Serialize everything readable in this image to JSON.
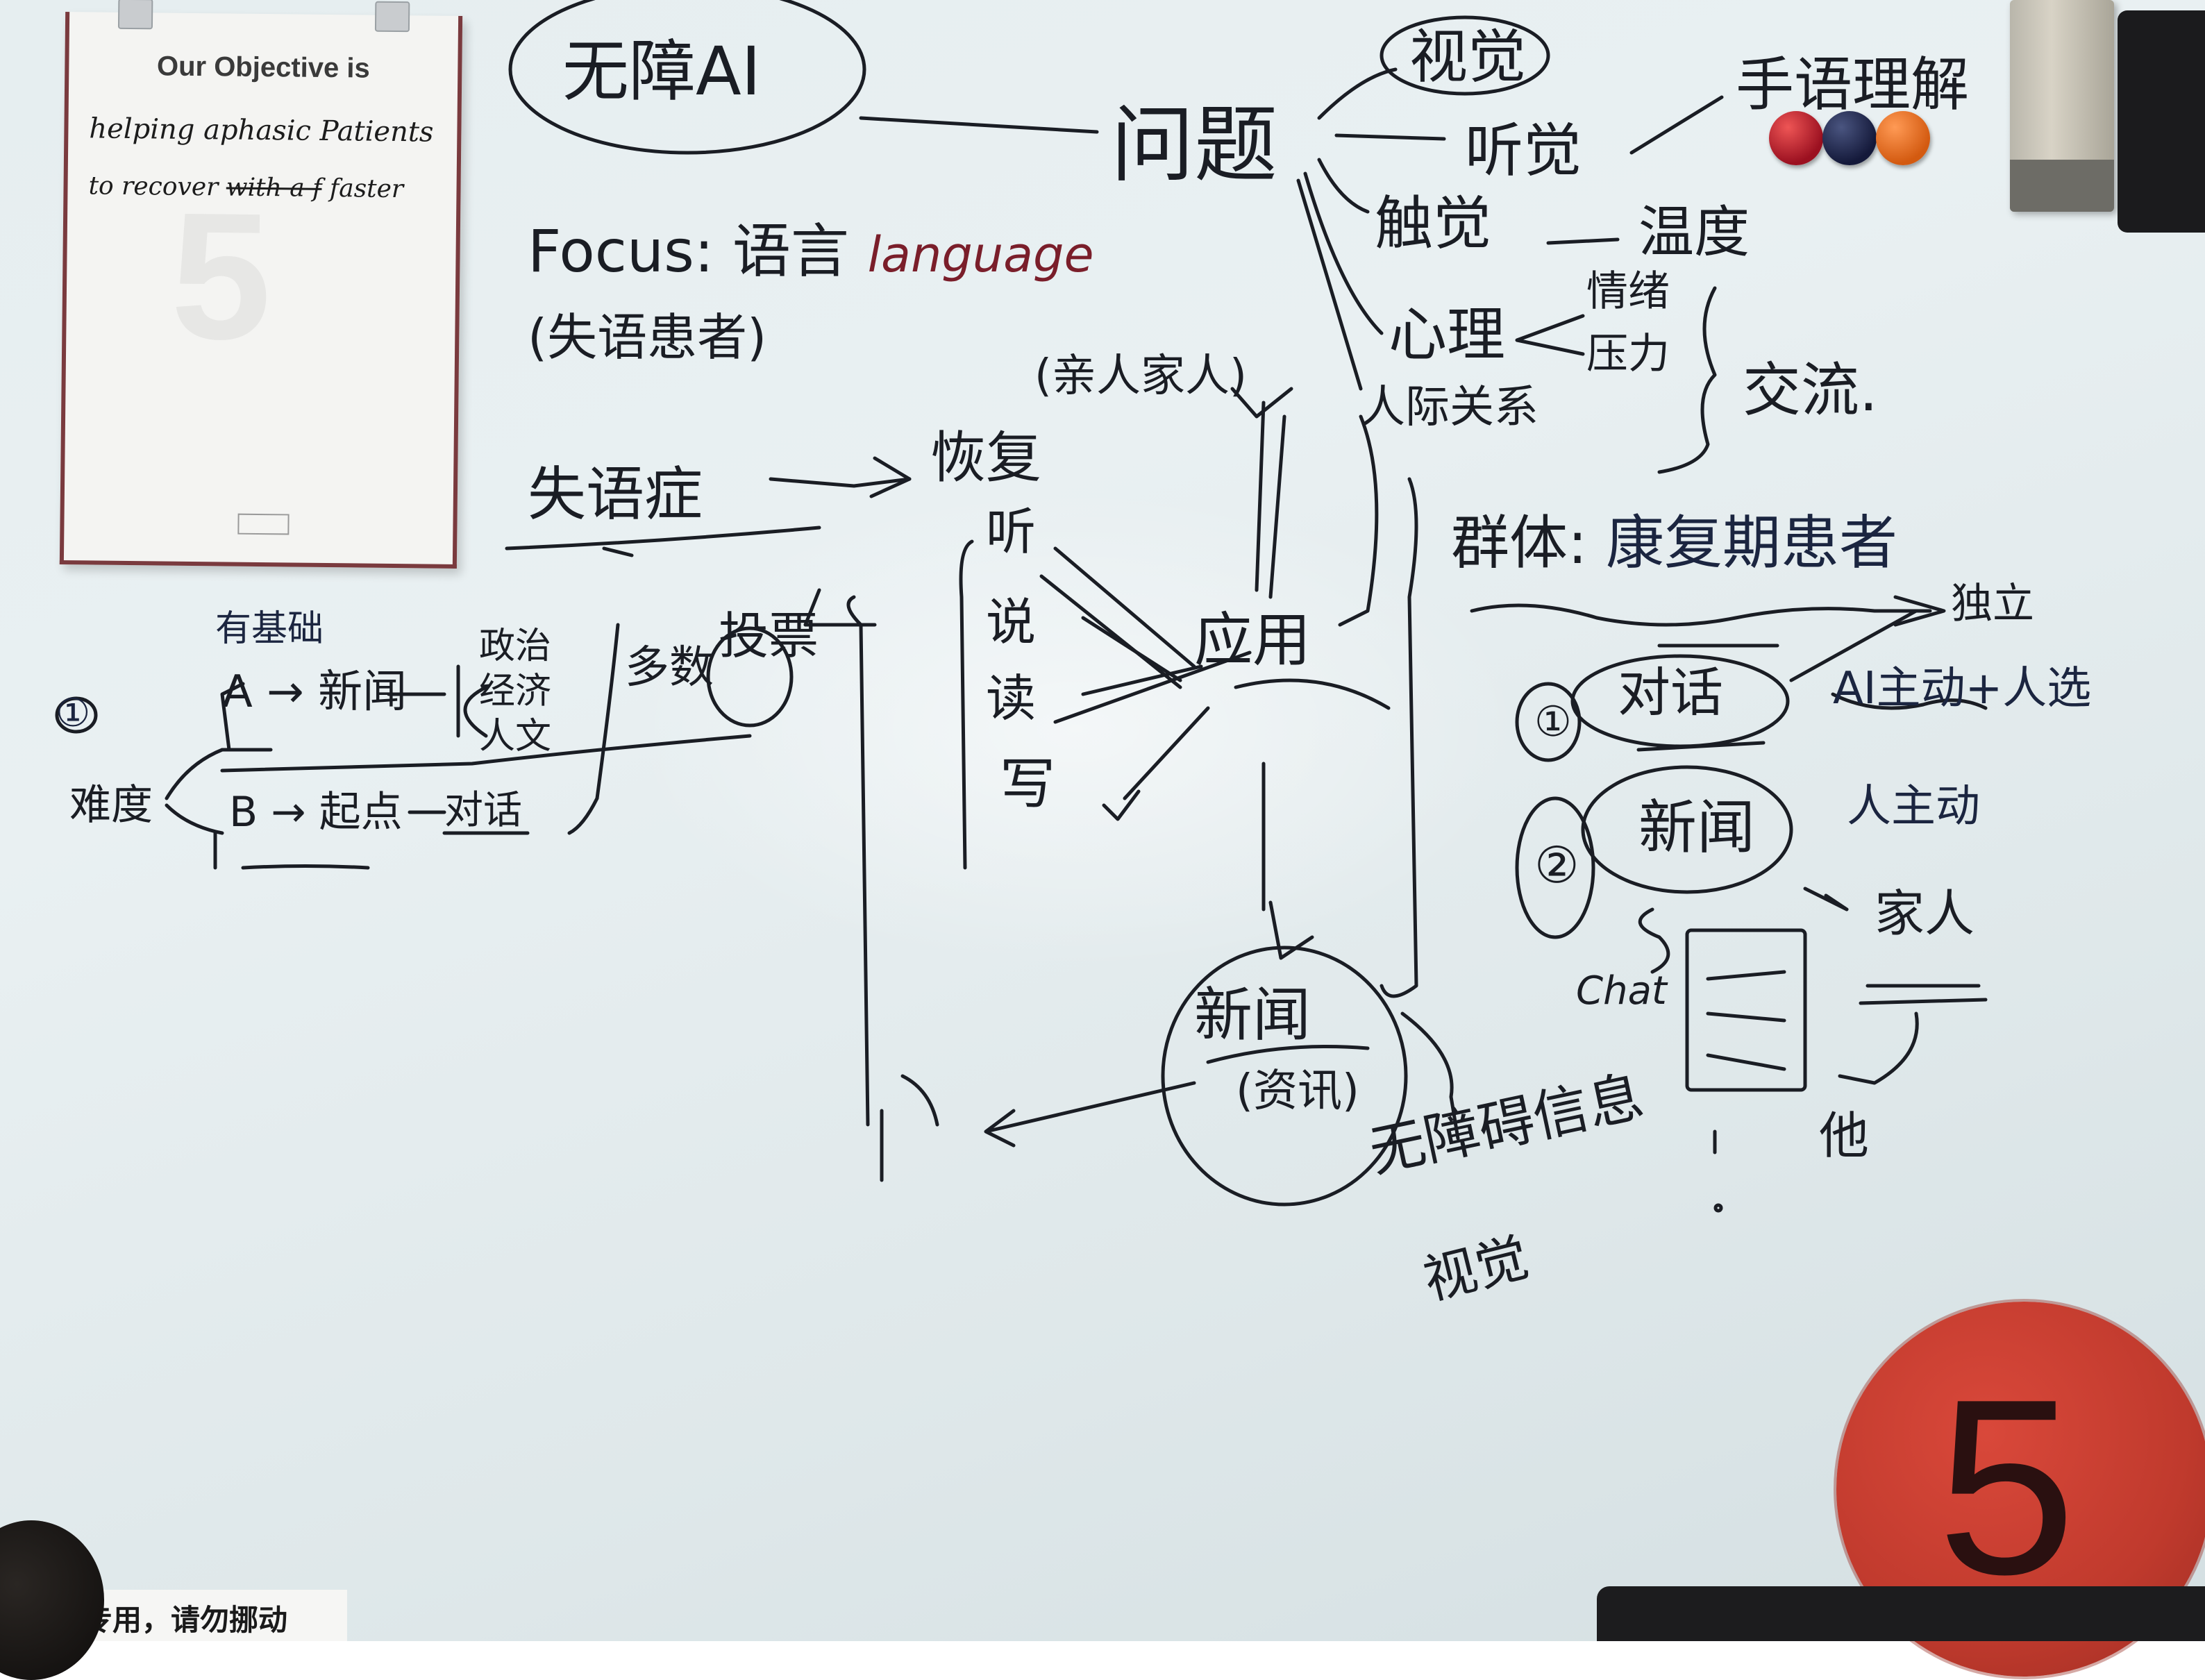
{
  "note": {
    "title": "Our Objective is",
    "line1": "helping aphasic Patients",
    "line2": "to recover",
    "line2_struck": "with a f",
    "line2_end": "faster"
  },
  "board": {
    "title": "无障AI",
    "problem": "问题",
    "vision": "视觉",
    "hearing": "听觉",
    "sign_language": "手语理解",
    "touch": "触觉",
    "temperature": "温度",
    "psychology": "心理",
    "emotion": "情绪",
    "stress": "压力",
    "relationships": "人际关系",
    "communicate": "交流.",
    "focus": "Focus: 语言",
    "focus_language": "language",
    "aphasia_patients": "(失语患者)",
    "aphasia": "失语症",
    "recovery": "恢复",
    "family": "(亲人家人)",
    "skills": [
      "听",
      "说",
      "读",
      "写"
    ],
    "apply": "应用",
    "news_center": "新闻",
    "info": "(资讯)",
    "accessibility_info": "无障碍信息",
    "visual_aid": "视觉",
    "num1": "①",
    "with_basics": "有基础",
    "a_news": "A → 新闻",
    "topics": [
      "政治",
      "经济",
      "人文"
    ],
    "majority": "多数",
    "vote": "投票",
    "difficulty": "难度",
    "b_intro": "B → 起点",
    "dialogue_left": "对话",
    "group": "群体:",
    "group_value": "康复期患者",
    "independent": "独立",
    "n1": "①",
    "dialogue_right": "对话",
    "ai_active": "AI主动+人选",
    "n2": "②",
    "news_right": "新闻",
    "human_active": "人主动",
    "family_right": "家人",
    "chat": "Chat",
    "him": "他"
  },
  "sticker": {
    "number": "5"
  },
  "notice": {
    "text": "专用，请勿挪动"
  }
}
